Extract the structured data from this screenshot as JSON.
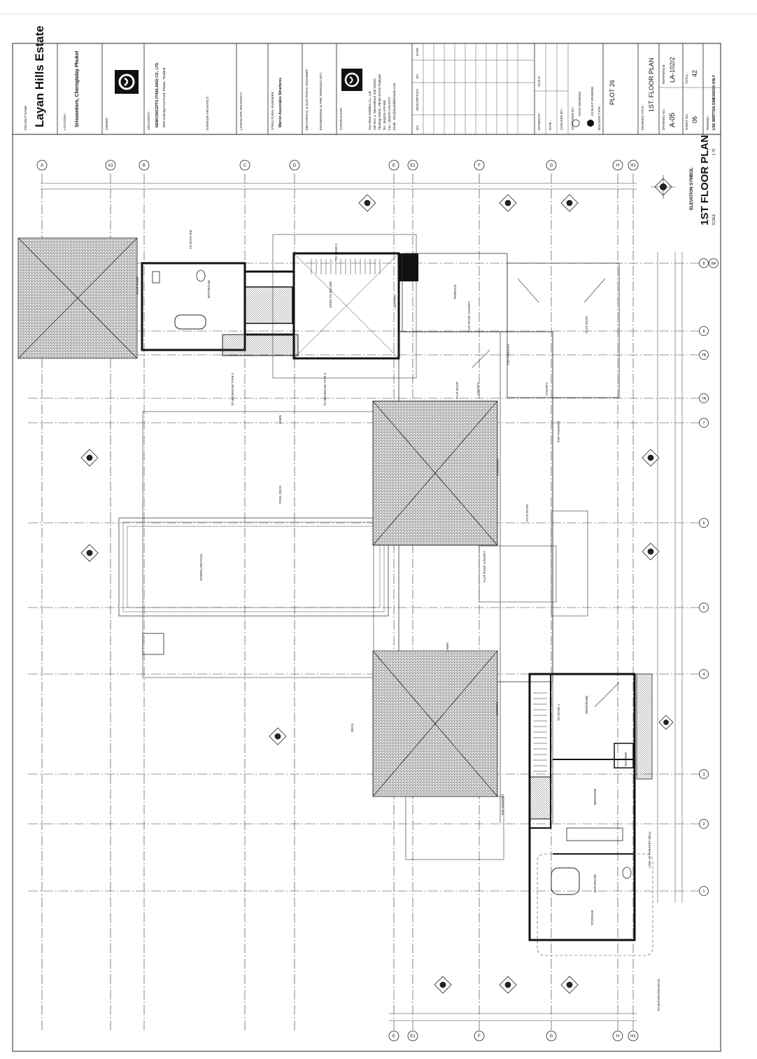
{
  "titleblock": {
    "project_name_label": "PROJECT NAME",
    "project_name": "Layan Hills Estate",
    "location_label": "LOCATION :",
    "location": "Srisoontorn, Cherngtalay Phuket",
    "owner_label": "OWNER :",
    "architect_label": "ARCHITECT :",
    "architect_name": "NEWCONCEPTS (THAILAND) CO., LTD.",
    "architect_address": "88/8 Chalong Post Road, Phuket, Thailand",
    "interior_label": "INTERIOR ARCHITECT :",
    "landscape_label": "LANDSCAPE ARCHITECT :",
    "structural_label": "STRUCTURAL ENGINEER :",
    "structural_name": "Warren Associates Structures",
    "mechanical_label": "MECHANICAL & ELECTRICAL ENGINEER :",
    "engineering_label": "ENGINEERING & FIRE SERVICES INT'L.",
    "contractor_label": "CONTRACTOR :",
    "contractor_name": "Sea Wave Builders Co., Ltd.",
    "contractor_address_1": "188 Moo 4, Srisoonthorn Sub District,",
    "contractor_address_2": "Thalang District, Phuket 83110 Thailand",
    "contractor_tel": "Tel : (66)076-470-850",
    "contractor_fax": "Fax : (66)076-470-8727",
    "contractor_email": "Email : info@layanhillsestate.com",
    "rev_no": "NO.",
    "rev_description": "DESCRIPTION",
    "rev_by": "BY",
    "rev_date": "DATE",
    "drawn_by": "DRAWN BY :",
    "date_label": "DATE :",
    "scale_label": "SCALE :",
    "checked_by": "CHECKED BY :",
    "approved_by": "APPROVED BY :",
    "shop_drawing": "SHOP DRAWING",
    "as_built": "AS BUILT DRAWING",
    "building_type": "BUILDING TYPE :",
    "plot": "PLOT 26",
    "drawing_title_label": "DRAWING TITLE :",
    "drawing_title": "1ST. FLOOR PLAN",
    "drawing_no_label": "DRAWING NO.",
    "drawing_no": "A-05",
    "reference_label": "REFERENCE",
    "reference": "LA-102/2",
    "sheet_no_label": "SHEET NO.",
    "sheet_no": "06",
    "total_label": "TOTAL :",
    "total": "42",
    "remark_label": "REMARK :",
    "remark": "USE WRITTEN DIMENSION ONLY"
  },
  "plan": {
    "title": "1ST FLOOR PLAN",
    "scale_label": "SCALE",
    "scale": "1:75",
    "elevation_symbol": "ELEVATION SYMBOL",
    "column_grid_top": [
      "A",
      "A1",
      "B",
      "C",
      "D",
      "E",
      "E1",
      "F",
      "G",
      "H",
      "H1"
    ],
    "column_grid_bottom": [
      "E",
      "E1",
      "F",
      "G",
      "H",
      "H1"
    ],
    "row_grid": [
      "8",
      "8A",
      "8",
      "7B",
      "7A",
      "7",
      "6",
      "5",
      "4",
      "3",
      "2",
      "1"
    ],
    "rooms": [
      "POOL DECK",
      "LAWN",
      "LAWN",
      "FLAT ROOF",
      "FLAT ROOF",
      "FLAT ROOF",
      "FLAT ROOF",
      "TERRACE",
      "BATHROOM",
      "BATHROOM",
      "BEDROOM",
      "CORRIDOR",
      "OPEN TO BELOW",
      "FLAT ROOF CANOPY",
      "FLAT ROOF CANOPY",
      "OVERFLOW POOL",
      "DECK",
      "WARDROBE",
      "STORAGE",
      "SHOWER",
      "CANOPY"
    ],
    "annotations": [
      "TOP PARAPET",
      "TOP PARAPET",
      "TOP PARAPET",
      "CANOPY",
      "CANOPY",
      "TO BATH RM",
      "TO BEDROOM TYPE 2",
      "TO BEDROOM TYPE 3",
      "TO STAIR 2",
      "TO STAIR 1",
      "TO BATHROOM BS-01",
      "GUTTER",
      "LINE OF PARAPET WALL"
    ]
  }
}
